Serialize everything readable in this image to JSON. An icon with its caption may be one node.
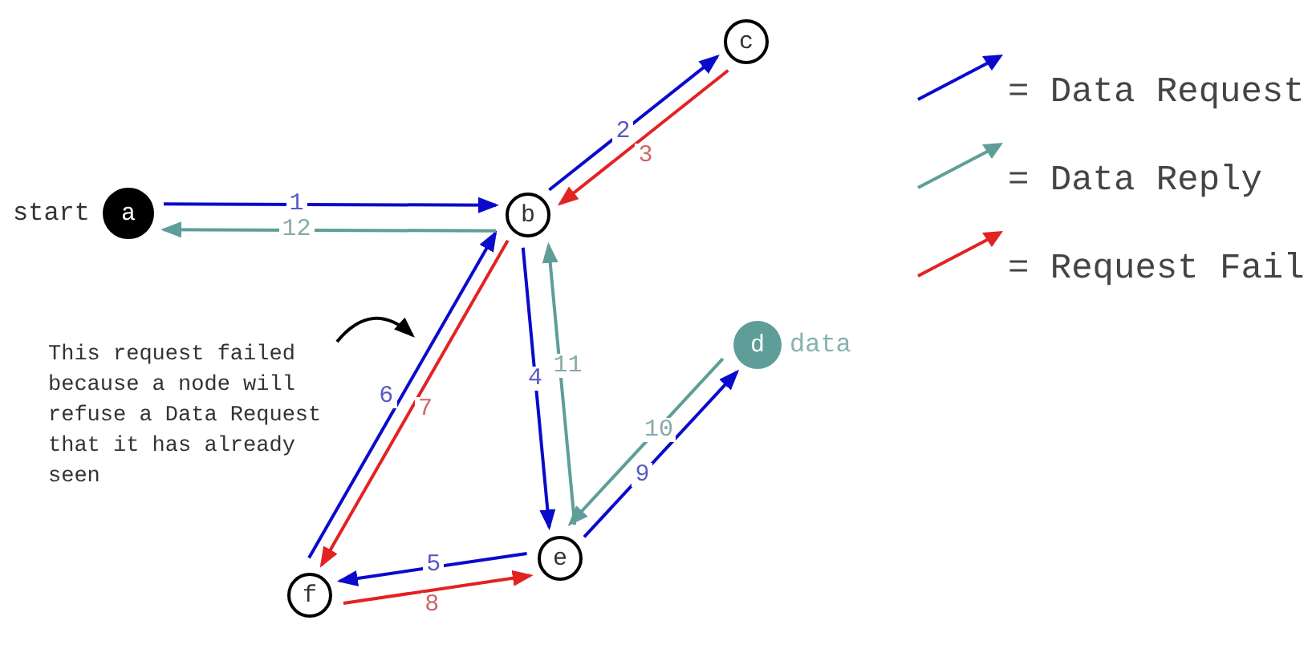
{
  "diagram": {
    "nodes": [
      {
        "text": [
          "a"
        ],
        "beside": [
          "start"
        ]
      },
      {
        "text": [
          "b"
        ]
      },
      {
        "text": [
          "c"
        ]
      },
      {
        "text": [
          "d"
        ],
        "beside": [
          "data"
        ]
      },
      {
        "text": [
          "e"
        ]
      },
      {
        "text": [
          "f"
        ]
      },
      {
        "text": [
          "This request failed because a node will refuse a Data Request that it has already seen"
        ]
      }
    ],
    "edges": [
      {
        "from": 0,
        "to": 1,
        "arrow": "to",
        "label": "1"
      },
      {
        "from": 1,
        "to": 2,
        "arrow": "to",
        "label": "2"
      },
      {
        "from": 2,
        "to": 1,
        "arrow": "to",
        "label": "3",
        "color": "#e32222"
      },
      {
        "from": 1,
        "to": 4,
        "arrow": "to",
        "label": "4"
      },
      {
        "from": 4,
        "to": 5,
        "arrow": "to",
        "label": "5"
      },
      {
        "from": 5,
        "to": 1,
        "arrow": "to",
        "label": "6"
      },
      {
        "from": 1,
        "to": 5,
        "arrow": "to",
        "label": "7",
        "color": "#e32222"
      },
      {
        "from": 5,
        "to": 4,
        "arrow": "to",
        "label": "8",
        "color": "#e32222"
      },
      {
        "from": 4,
        "to": 3,
        "arrow": "to",
        "label": "9"
      },
      {
        "from": 3,
        "to": 4,
        "arrow": "to",
        "label": "10",
        "color": "#5f9e98"
      },
      {
        "from": 4,
        "to": 1,
        "arrow": "to",
        "label": "11",
        "color": "#5f9e98"
      },
      {
        "from": 1,
        "to": 0,
        "arrow": "to",
        "label": "12",
        "color": "#5f9e98"
      },
      {
        "from": 6,
        "to": null,
        "arrow": "to",
        "color": "#000000"
      }
    ],
    "legend": [
      {
        "text": "= Data Request",
        "color": "#0a0acc"
      },
      {
        "text": "= Data Reply",
        "color": "#5f9e98"
      },
      {
        "text": "= Request Fail",
        "color": "#e32222"
      }
    ]
  }
}
